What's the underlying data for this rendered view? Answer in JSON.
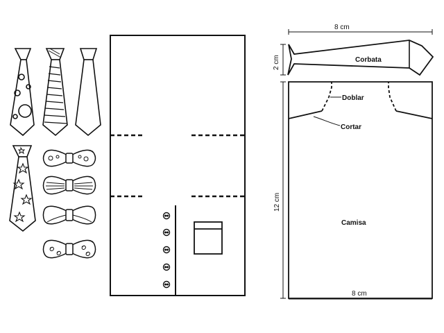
{
  "template": {
    "dimensions": {
      "width_label": "8 cm",
      "tie_height_label": "2 cm",
      "shirt_height_label": "12 cm",
      "bottom_width_label": "8 cm"
    },
    "labels": {
      "tie": "Corbata",
      "fold": "Doblar",
      "cut": "Cortar",
      "shirt": "Camisa"
    }
  },
  "decorations": {
    "ties": [
      "polka-dot-tie",
      "striped-tie",
      "plain-tie",
      "star-tie"
    ],
    "bow_ties": [
      "patterned-bow-tie",
      "striped-bow-tie",
      "plain-bow-tie",
      "swirl-bow-tie"
    ]
  },
  "colors": {
    "line": "#111111",
    "background": "#ffffff"
  }
}
